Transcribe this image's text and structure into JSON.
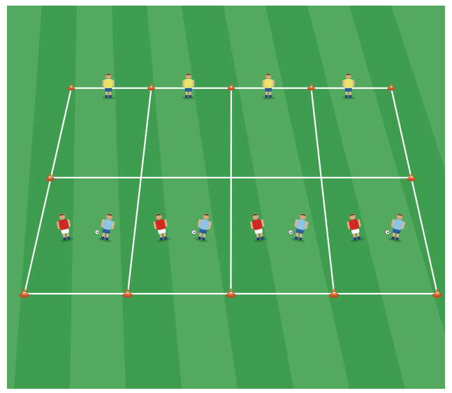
{
  "colors": {
    "grass_dark": "#3e9d4f",
    "grass_light": "#64b26c",
    "line": "#ffffff",
    "cone": "#e8763a",
    "team_yellow": "#e9e56a",
    "team_red": "#cf2a22",
    "team_blue": "#8ec3e2",
    "shorts_blue": "#2d5d9a",
    "shorts_white": "#ffffff",
    "shorts_red": "#b51f1a"
  },
  "icons": {
    "cone": "training-cone-icon",
    "player_yellow": "yellow-player-icon",
    "player_red": "red-player-icon",
    "player_blue": "blue-player-icon",
    "ball": "soccer-ball-icon"
  },
  "grid": {
    "columns": 4,
    "rows": 2
  },
  "players": [
    {
      "team": "yellow",
      "group": "top"
    },
    {
      "team": "yellow",
      "group": "top"
    },
    {
      "team": "yellow",
      "group": "top"
    },
    {
      "team": "yellow",
      "group": "top"
    },
    {
      "team": "red",
      "group": "bottom",
      "has_ball": false
    },
    {
      "team": "blue",
      "group": "bottom",
      "has_ball": true
    },
    {
      "team": "red",
      "group": "bottom",
      "has_ball": false
    },
    {
      "team": "blue",
      "group": "bottom",
      "has_ball": true
    },
    {
      "team": "red",
      "group": "bottom",
      "has_ball": false
    },
    {
      "team": "blue",
      "group": "bottom",
      "has_ball": true
    },
    {
      "team": "red",
      "group": "bottom",
      "has_ball": false
    },
    {
      "team": "blue",
      "group": "bottom",
      "has_ball": true
    }
  ]
}
